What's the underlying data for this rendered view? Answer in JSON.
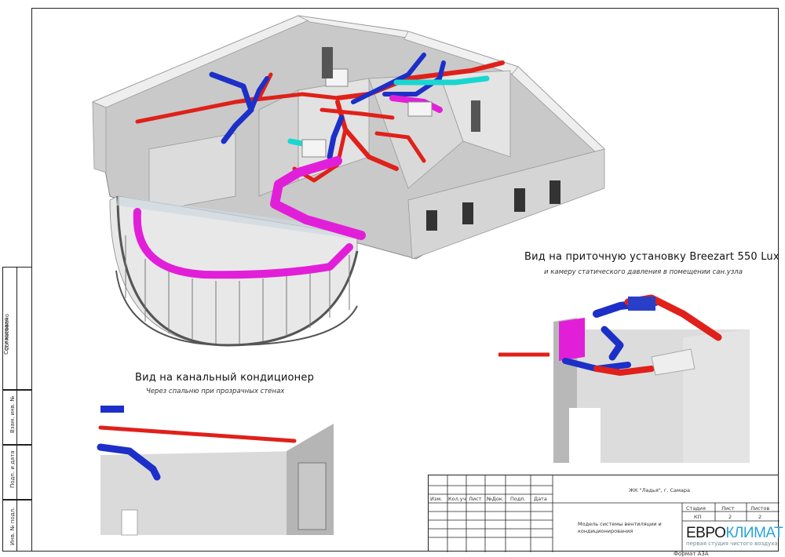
{
  "views": {
    "main_title": "Вид на приточную установку Breezart 550 Lux",
    "main_subtitle": "и камеру статического давления в помещении сан.узла",
    "secondary_title": "Вид на канальный кондиционер",
    "secondary_subtitle": "Через спальню при прозрачных стенах"
  },
  "side_strip": {
    "agreed": "Согласовано",
    "inv_replace": "Взам. инв. №",
    "sign_date": "Подп. и дата",
    "inv_orig": "Инв. № подл."
  },
  "title_block": {
    "project": "ЖК \"Ладья\", г. Самара",
    "headers": [
      "Изм.",
      "Кол.уч",
      "Лист",
      "№Док.",
      "Подп.",
      "Дата"
    ],
    "drawing_name": "Модель системы вентиляции и кондиционирования",
    "stage_label": "Стадия",
    "sheet_label": "Лист",
    "sheets_label": "Листов",
    "stage": "КП",
    "sheet": "2",
    "sheets": "2",
    "logo_prefix": "ЕВРО",
    "logo_suffix": "КЛИМАТ",
    "logo_tagline": "первая студия чистого воздуха",
    "format": "Формат А3А"
  },
  "colors": {
    "supply_duct": "#e0201a",
    "exhaust_duct": "#1c2fc8",
    "plenum_duct": "#e21fd8",
    "cyan_duct": "#19d7d0",
    "wall": "#d8d8d8",
    "logo_accent": "#2aa3d8"
  }
}
